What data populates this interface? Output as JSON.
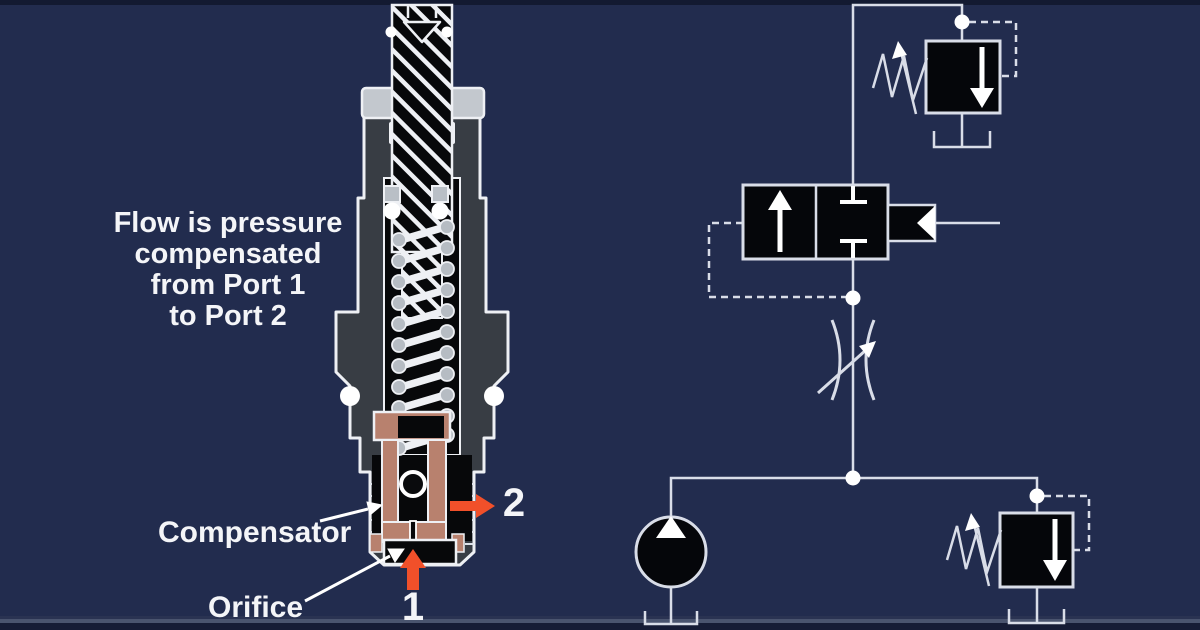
{
  "canvas": {
    "background_color": "#222c4e",
    "accent_orange": "#f1502a",
    "copper_color": "#b8816e",
    "schematic_line_color": "#d9dde8",
    "body_gray": "#383d44",
    "nut_gray": "#c3c8ce"
  },
  "caption": {
    "lines": [
      "Flow is pressure",
      "compensated",
      "from Port 1",
      "to Port 2"
    ]
  },
  "callouts": {
    "compensator": "Compensator",
    "orifice": "Orifice"
  },
  "ports": {
    "inlet": "1",
    "outlet": "2"
  },
  "schematic": {
    "components": [
      {
        "icon": "relief-valve-icon",
        "location": "top-right"
      },
      {
        "icon": "two-way-valve-icon",
        "location": "middle"
      },
      {
        "icon": "needle-valve-icon",
        "location": "center"
      },
      {
        "icon": "pump-icon",
        "location": "bottom-left"
      },
      {
        "icon": "relief-valve-icon",
        "location": "bottom-right"
      },
      {
        "icon": "tank-icon",
        "location": "below-each-valve"
      }
    ]
  }
}
